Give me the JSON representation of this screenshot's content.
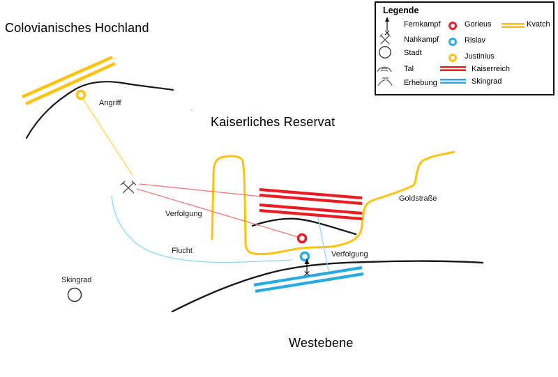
{
  "colors": {
    "yellow": "#FFC20E",
    "red": "#ED1C24",
    "blue": "#29ABE2",
    "light_yellow": "#FFD75E",
    "light_red": "#F27979",
    "light_blue": "#8FD8F2",
    "black": "#1A1A1A"
  },
  "regions": {
    "northwest": "Colovianisches Hochland",
    "center": "Kaiserliches Reservat",
    "south": "Westebene"
  },
  "map_labels": {
    "angriff": "Angriff",
    "verfolgung_1": "Verfolgung",
    "flucht": "Flucht",
    "verfolgung_2": "Verfolgung",
    "goldstrasse": "Goldstraße",
    "skingrad_city": "Skingrad"
  },
  "legend": {
    "title": "Legende",
    "symbols": [
      {
        "label": "Fernkampf"
      },
      {
        "label": "Nahkampf"
      },
      {
        "label": "Stadt"
      },
      {
        "label": "Tal"
      },
      {
        "label": "Erhebung"
      }
    ],
    "commanders": [
      {
        "label": "Gorieus",
        "color": "#ED1C24"
      },
      {
        "label": "Rislav",
        "color": "#29ABE2"
      },
      {
        "label": "Justinius",
        "color": "#FFC20E"
      }
    ],
    "factions": [
      {
        "label": "Kvatch",
        "color": "#FFC20E"
      },
      {
        "label": "Kaiserreich",
        "color": "#ED1C24"
      },
      {
        "label": "Skingrad",
        "color": "#29ABE2"
      }
    ]
  }
}
